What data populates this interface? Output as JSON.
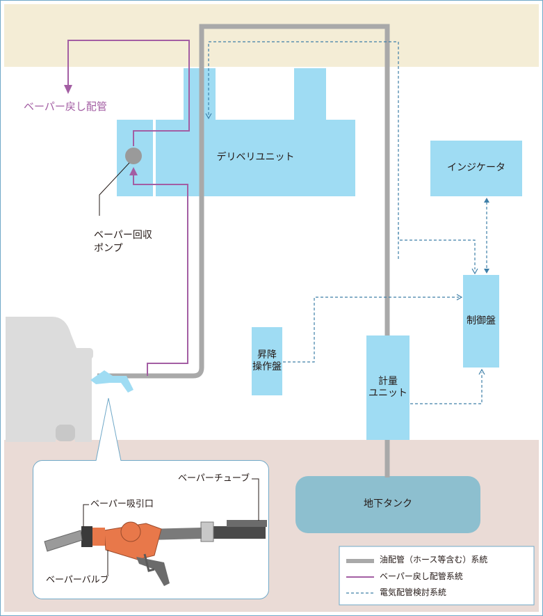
{
  "labels": {
    "vapor_return_pipe": "ベーパー戻し配管",
    "delivery_unit": "デリベリユニット",
    "indicator": "インジケータ",
    "vapor_pump_line1": "ベーパー回収",
    "vapor_pump_line2": "ポンプ",
    "control_panel": "制御盤",
    "lift_panel_line1": "昇降",
    "lift_panel_line2": "操作盤",
    "meter_unit_line1": "計量",
    "meter_unit_line2": "ユニット",
    "underground_tank": "地下タンク",
    "vapor_tube": "ベーパーチューブ",
    "vapor_inlet": "ベーパー吸引口",
    "vapor_valve": "ベーパーバルブ"
  },
  "legend": {
    "oil_pipe": "油配管（ホース等含む）系統",
    "vapor_return": "ベーパー戻し配管系統",
    "electrical": "電気配管検討系統"
  },
  "colors": {
    "ceiling": "#f4edd6",
    "ground": "#eadbd6",
    "unit_box": "#9fdcf3",
    "tank": "#8dbfcf",
    "oil_pipe": "#a9a9a9",
    "vapor_line": "#a35ea3",
    "electrical_line": "#3d7fa8",
    "nozzle_orange": "#e8784a",
    "car": "#dcdcdc"
  }
}
